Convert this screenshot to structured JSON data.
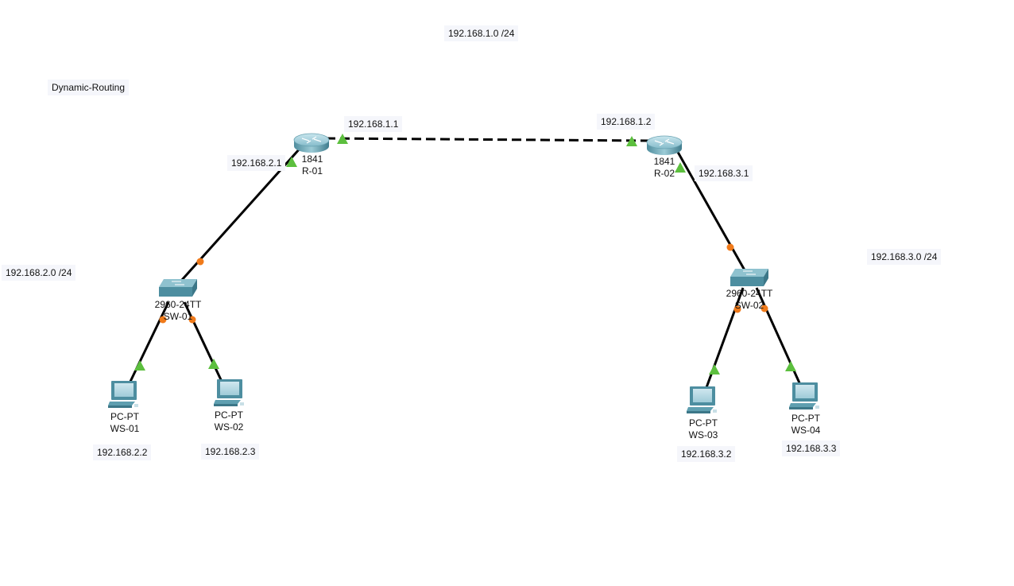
{
  "title_note": "Dynamic-Routing",
  "networks": {
    "net1": "192.168.1.0 /24",
    "net2": "192.168.2.0 /24",
    "net3": "192.168.3.0 /24"
  },
  "devices": {
    "r01": {
      "model": "1841",
      "name": "R-01",
      "type": "router"
    },
    "r02": {
      "model": "1841",
      "name": "R-02",
      "type": "router"
    },
    "sw01": {
      "model": "2960-24TT",
      "name": "SW-01",
      "type": "switch"
    },
    "sw02": {
      "model": "2960-24TT",
      "name": "SW-02",
      "type": "switch"
    },
    "ws01": {
      "model": "PC-PT",
      "name": "WS-01",
      "type": "pc",
      "ip": "192.168.2.2"
    },
    "ws02": {
      "model": "PC-PT",
      "name": "WS-02",
      "type": "pc",
      "ip": "192.168.2.3"
    },
    "ws03": {
      "model": "PC-PT",
      "name": "WS-03",
      "type": "pc",
      "ip": "192.168.3.2"
    },
    "ws04": {
      "model": "PC-PT",
      "name": "WS-04",
      "type": "pc",
      "ip": "192.168.3.3"
    }
  },
  "interface_ips": {
    "r01_wan": "192.168.1.1",
    "r02_wan": "192.168.1.2",
    "r01_lan": "192.168.2.1",
    "r02_lan": "192.168.3.1"
  },
  "links": [
    {
      "from": "r01",
      "to": "r02",
      "style": "dashed",
      "end_status": [
        "up",
        "up"
      ]
    },
    {
      "from": "r01",
      "to": "sw01",
      "style": "solid",
      "end_status": [
        "up",
        "orange"
      ]
    },
    {
      "from": "r02",
      "to": "sw02",
      "style": "solid",
      "end_status": [
        "up",
        "orange"
      ]
    },
    {
      "from": "sw01",
      "to": "ws01",
      "style": "solid",
      "end_status": [
        "orange",
        "up"
      ]
    },
    {
      "from": "sw01",
      "to": "ws02",
      "style": "solid",
      "end_status": [
        "orange",
        "up"
      ]
    },
    {
      "from": "sw02",
      "to": "ws03",
      "style": "solid",
      "end_status": [
        "orange",
        "up"
      ]
    },
    {
      "from": "sw02",
      "to": "ws04",
      "style": "solid",
      "end_status": [
        "orange",
        "up"
      ]
    }
  ],
  "colors": {
    "link": "#000000",
    "status_up": "#5cbf3e",
    "status_orange": "#f07a1a",
    "note_bg": "#f5f6fb",
    "device_body": "#5f9fb0",
    "device_top": "#a9d2dc"
  }
}
